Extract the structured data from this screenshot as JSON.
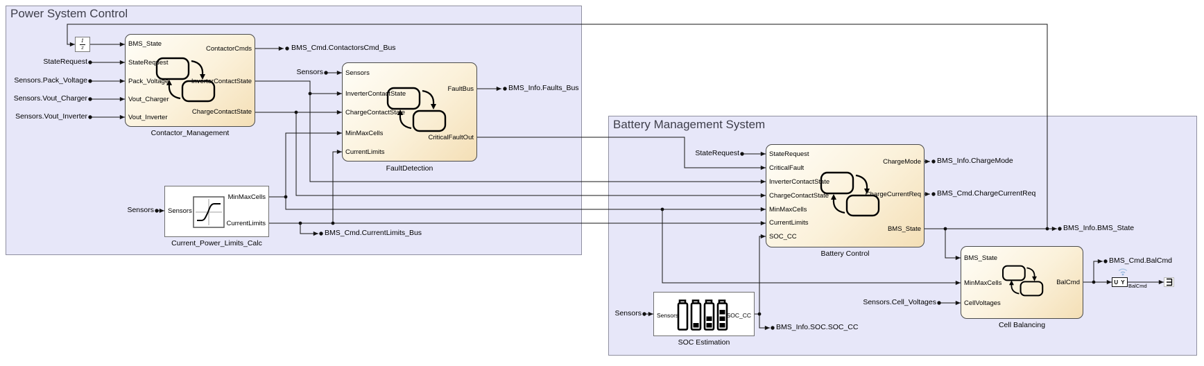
{
  "areas": {
    "power_system_control": {
      "title": "Power System Control"
    },
    "battery_management_system": {
      "title": "Battery Management System"
    }
  },
  "blocks": {
    "unit_delay": {
      "numerator": "1",
      "denominator": "z"
    },
    "contactor_management": {
      "name": "Contactor_Management",
      "inputs": [
        "BMS_State",
        "StateRequest",
        "Pack_Voltage",
        "Vout_Charger",
        "Vout_Inverter"
      ],
      "outputs": [
        "ContactorCmds",
        "InverterContactState",
        "ChargeContactState"
      ]
    },
    "fault_detection": {
      "name": "FaultDetection",
      "inputs": [
        "Sensors",
        "InverterContactState",
        "ChargeContactState",
        "MinMaxCells",
        "CurrentLimits"
      ],
      "outputs": [
        "FaultBus",
        "CriticalFaultOut"
      ]
    },
    "current_power_limits_calc": {
      "name": "Current_Power_Limits_Calc",
      "inputs": [
        "Sensors"
      ],
      "outputs": [
        "MinMaxCells",
        "CurrentLimits"
      ]
    },
    "battery_control": {
      "name": "Battery Control",
      "inputs": [
        "StateRequest",
        "CriticalFault",
        "InverterContactState",
        "ChargeContactState",
        "MinMaxCells",
        "CurrentLimits",
        "SOC_CC"
      ],
      "outputs": [
        "ChargeMode",
        "ChargeCurrentReq",
        "BMS_State"
      ]
    },
    "soc_estimation": {
      "name": "SOC Estimation",
      "inputs": [
        "Sensors"
      ],
      "outputs": [
        "SOC_CC"
      ]
    },
    "cell_balancing": {
      "name": "Cell Balancing",
      "inputs": [
        "BMS_State",
        "MinMaxCells",
        "CellVoltages"
      ],
      "outputs": [
        "BalCmd"
      ]
    },
    "signal_viewer": {
      "label": "U Y",
      "signal": "BalCmd"
    }
  },
  "tags": {
    "in_state_request_psc": "StateRequest",
    "in_pack_voltage": "Sensors.Pack_Voltage",
    "in_vout_charger": "Sensors.Vout_Charger",
    "in_vout_inverter": "Sensors.Vout_Inverter",
    "in_sensors_fd": "Sensors",
    "in_sensors_cplc": "Sensors",
    "in_state_request_bc": "StateRequest",
    "in_sensors_soc": "Sensors",
    "in_cell_voltages": "Sensors.Cell_Voltages",
    "out_contactors_cmd": "BMS_Cmd.ContactorsCmd_Bus",
    "out_faults_bus": "BMS_Info.Faults_Bus",
    "out_current_limits": "BMS_Cmd.CurrentLimits_Bus",
    "out_charge_mode": "BMS_Info.ChargeMode",
    "out_charge_current_req": "BMS_Cmd.ChargeCurrentReq",
    "out_bms_state": "BMS_Info.BMS_State",
    "out_soc_cc": "BMS_Info.SOC.SOC_CC",
    "out_bal_cmd": "BMS_Cmd.BalCmd"
  },
  "colors": {
    "area_fill": "#e7e7f9",
    "area_border": "#8f8fa0",
    "block_gradient_top": "#fffef8",
    "block_gradient_bottom": "#f4dfb6",
    "wire": "#141414",
    "wifi_icon": "#94b6dc"
  }
}
